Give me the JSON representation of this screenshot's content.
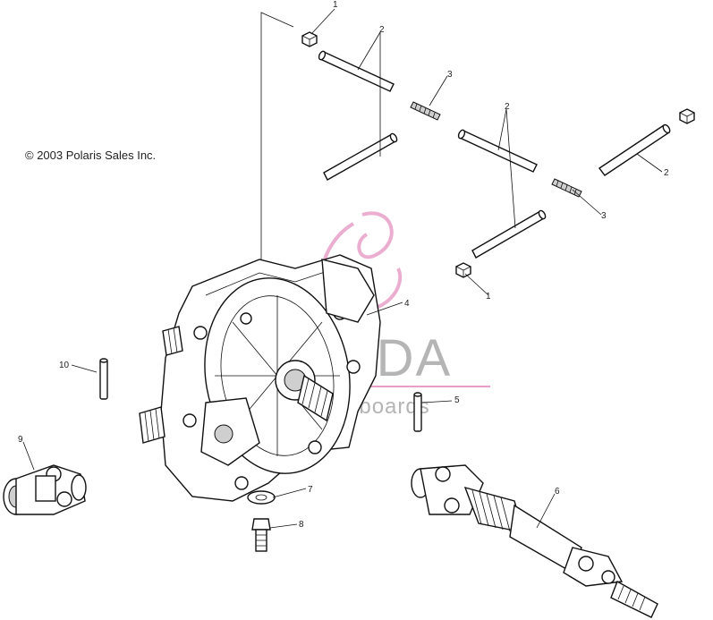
{
  "copyright": "© 2003 Polaris Sales Inc.",
  "watermark": {
    "brand": "ARMADA",
    "tagline": "outboards",
    "logo_color": "#e8a0c8"
  },
  "callouts": [
    {
      "id": "c1a",
      "label": "1"
    },
    {
      "id": "c2a",
      "label": "2"
    },
    {
      "id": "c3a",
      "label": "3"
    },
    {
      "id": "c2b",
      "label": "2"
    },
    {
      "id": "c2c",
      "label": "2"
    },
    {
      "id": "c3b",
      "label": "3"
    },
    {
      "id": "c1b",
      "label": "1"
    },
    {
      "id": "c4",
      "label": "4"
    },
    {
      "id": "c5",
      "label": "5"
    },
    {
      "id": "c6",
      "label": "6"
    },
    {
      "id": "c7",
      "label": "7"
    },
    {
      "id": "c8",
      "label": "8"
    },
    {
      "id": "c9",
      "label": "9"
    },
    {
      "id": "c10",
      "label": "10"
    }
  ]
}
